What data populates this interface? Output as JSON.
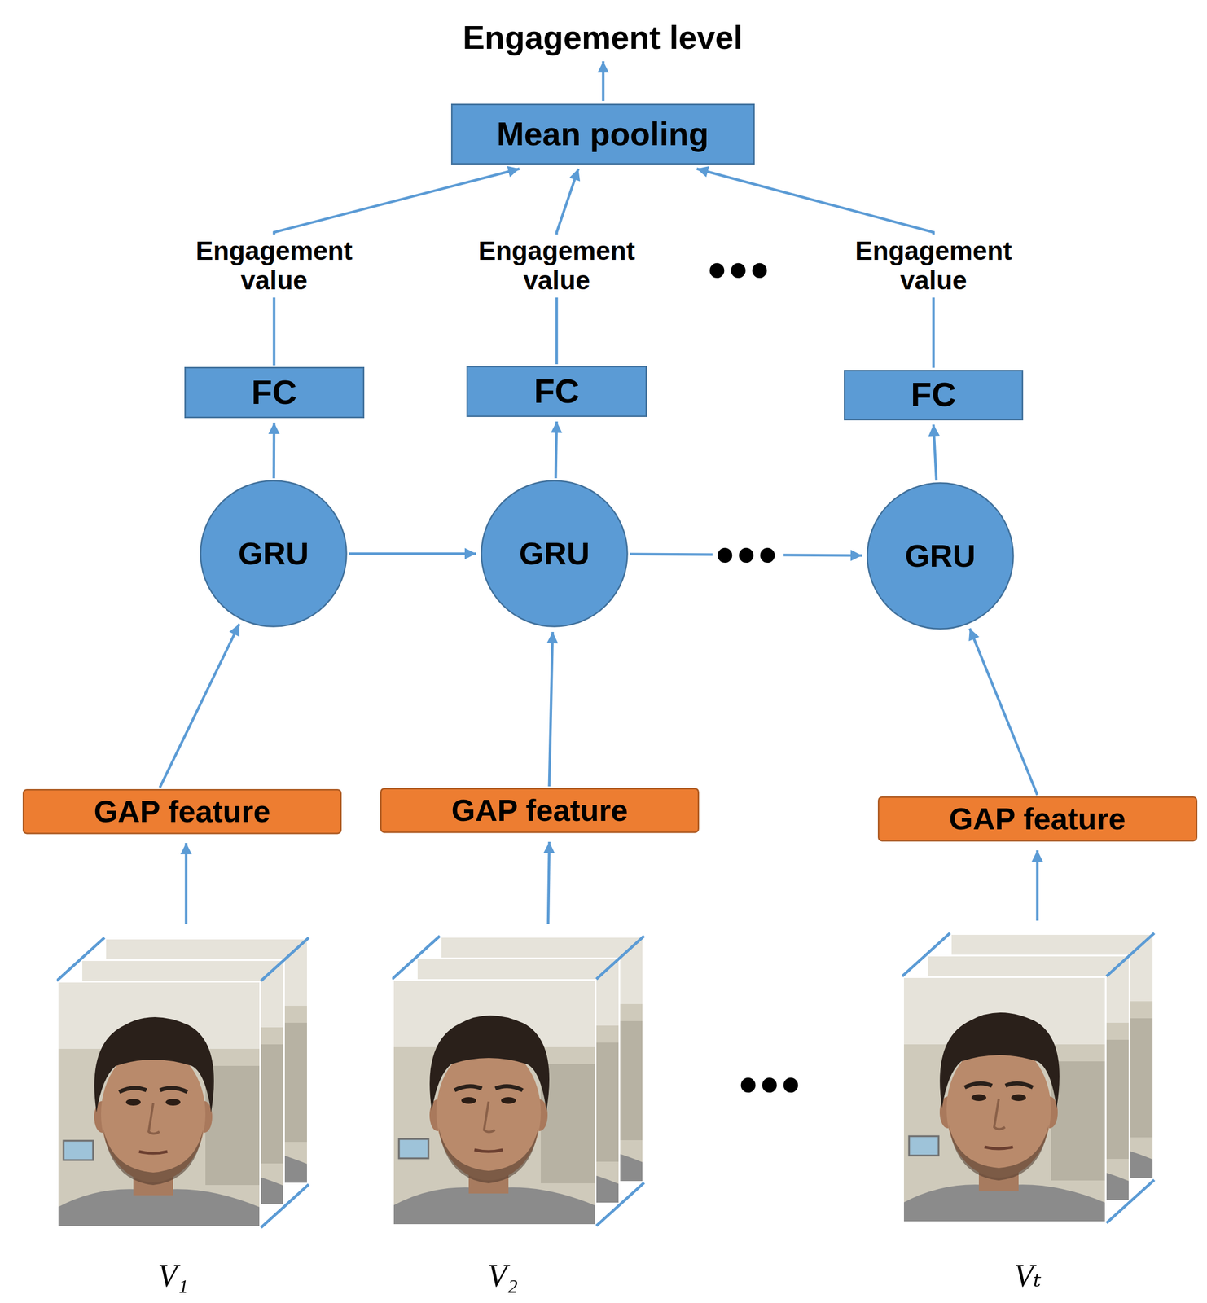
{
  "diagram": {
    "title": "Engagement level",
    "nodes": [
      {
        "text": [
          "Mean pooling"
        ]
      },
      {
        "text": [
          "FC"
        ]
      },
      {
        "text": [
          "FC"
        ]
      },
      {
        "text": [
          "FC"
        ]
      },
      {
        "text": [
          "GRU"
        ]
      },
      {
        "text": [
          "GRU"
        ]
      },
      {
        "text": [
          "GRU"
        ]
      },
      {
        "text": [
          "GAP feature"
        ]
      },
      {
        "text": [
          "GAP feature"
        ]
      },
      {
        "text": [
          "GAP feature"
        ]
      }
    ],
    "edges": [
      {
        "from": 1,
        "to": 0,
        "arrow": "to",
        "label": "Engagement value"
      },
      {
        "from": 2,
        "to": 0,
        "arrow": "to",
        "label": "Engagement value"
      },
      {
        "from": 3,
        "to": 0,
        "arrow": "to",
        "label": "Engagement value"
      },
      {
        "from": 4,
        "to": 1,
        "arrow": "to"
      },
      {
        "from": 5,
        "to": 2,
        "arrow": "to"
      },
      {
        "from": 6,
        "to": 3,
        "arrow": "to"
      },
      {
        "from": 4,
        "to": 5,
        "arrow": "to"
      },
      {
        "from": 5,
        "to": 6,
        "arrow": "to",
        "label": "•••"
      },
      {
        "from": 7,
        "to": 4,
        "arrow": "to"
      },
      {
        "from": 8,
        "to": 5,
        "arrow": "to"
      },
      {
        "from": 9,
        "to": 6,
        "arrow": "to"
      }
    ],
    "labels": [
      "•••",
      "•••",
      "V₁",
      "V₂",
      "Vₜ"
    ]
  }
}
